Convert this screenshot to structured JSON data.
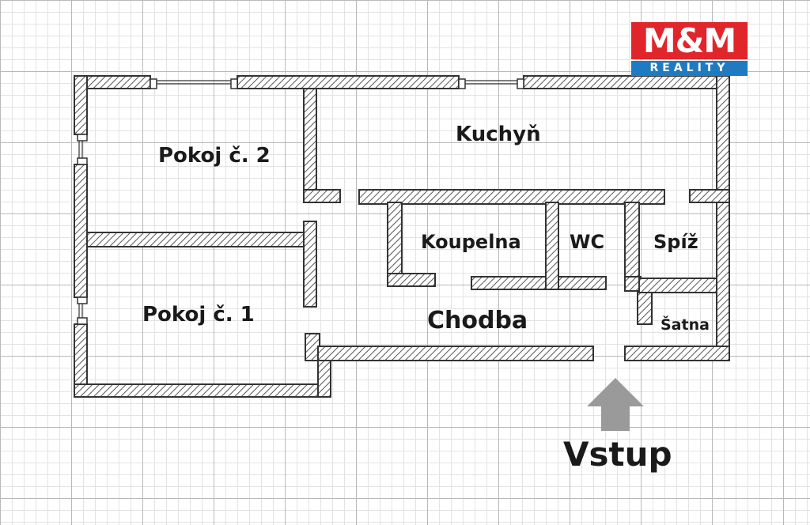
{
  "logo": {
    "brand": "M&M",
    "sub": "REALITY",
    "brand_color": "#e0262b",
    "sub_color": "#1f7bc1"
  },
  "rooms": {
    "pokoj2": "Pokoj č. 2",
    "pokoj1": "Pokoj č. 1",
    "kuchyn": "Kuchyň",
    "koupelna": "Koupelna",
    "wc": "WC",
    "spiz": "Spíž",
    "satna": "Šatna",
    "chodba": "Chodba"
  },
  "entrance": {
    "label": "Vstup",
    "arrow_icon": "up-arrow-icon"
  }
}
